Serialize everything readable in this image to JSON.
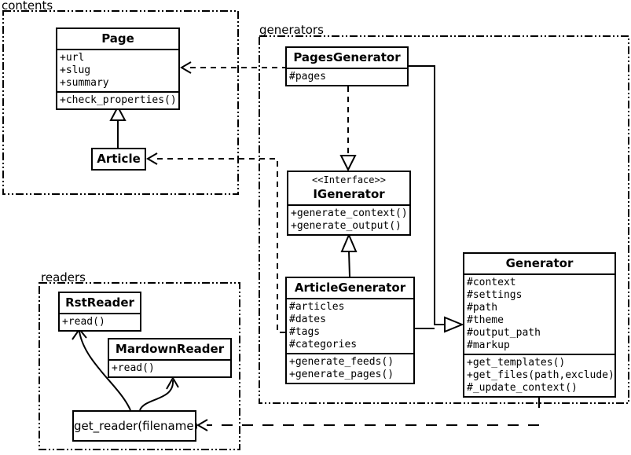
{
  "packages": {
    "contents": {
      "label": "contents"
    },
    "generators": {
      "label": "generators"
    },
    "readers": {
      "label": "readers"
    }
  },
  "classes": {
    "page": {
      "name": "Page",
      "attributes": [
        "+url",
        "+slug",
        "+summary"
      ],
      "methods": [
        "+check_properties()"
      ]
    },
    "article": {
      "name": "Article"
    },
    "pages_generator": {
      "name": "PagesGenerator",
      "attributes": [
        "#pages"
      ]
    },
    "igenerator": {
      "stereotype": "<<Interface>>",
      "name": "IGenerator",
      "methods": [
        "+generate_context()",
        "+generate_output()"
      ]
    },
    "article_generator": {
      "name": "ArticleGenerator",
      "attributes": [
        "#articles",
        "#dates",
        "#tags",
        "#categories"
      ],
      "methods": [
        "+generate_feeds()",
        "+generate_pages()"
      ]
    },
    "generator": {
      "name": "Generator",
      "attributes": [
        "#context",
        "#settings",
        "#path",
        "#theme",
        "#output_path",
        "#markup"
      ],
      "methods": [
        "+get_templates()",
        "+get_files(path,exclude)",
        "#_update_context()"
      ]
    },
    "rst_reader": {
      "name": "RstReader",
      "methods": [
        "+read()"
      ]
    },
    "mardown_reader": {
      "name": "MardownReader",
      "methods": [
        "+read()"
      ]
    },
    "get_reader": {
      "label": "get_reader(filename)"
    }
  },
  "colors": {
    "line": "#000000",
    "box_fill": "#ffffff",
    "background": "#ffffff"
  }
}
